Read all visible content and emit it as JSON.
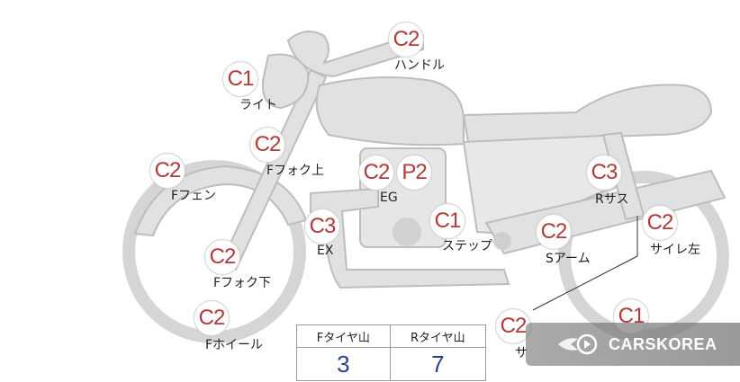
{
  "markers": [
    {
      "id": "handle",
      "grade": "C2",
      "label": "ハンドル"
    },
    {
      "id": "light",
      "grade": "C1",
      "label": "ライト"
    },
    {
      "id": "f-fork-upper",
      "grade": "C2",
      "label": "Fフォク上"
    },
    {
      "id": "f-fender",
      "grade": "C2",
      "label": "Fフェン"
    },
    {
      "id": "eg",
      "grade": "C2",
      "grade2": "P2",
      "label": "EG"
    },
    {
      "id": "ex",
      "grade": "C3",
      "label": "EX"
    },
    {
      "id": "step",
      "grade": "C1",
      "label": "ステップ"
    },
    {
      "id": "r-suspension",
      "grade": "C3",
      "label": "Rサス"
    },
    {
      "id": "s-arm",
      "grade": "C2",
      "label": "Sアーム"
    },
    {
      "id": "silencer-left",
      "grade": "C2",
      "label": "サイレ左"
    },
    {
      "id": "f-fork-lower",
      "grade": "C2",
      "label": "Fフォク下"
    },
    {
      "id": "f-wheel",
      "grade": "C2",
      "label": "Fホイール"
    },
    {
      "id": "side-bottom",
      "grade": "C2",
      "label": "サ"
    },
    {
      "id": "r-wheel",
      "grade": "C1",
      "label": ""
    }
  ],
  "tread_table": {
    "headers": [
      "Fタイヤ山",
      "Rタイヤ山"
    ],
    "values": [
      "3",
      "7"
    ]
  },
  "watermark": {
    "text": "CARSKOREA",
    "icon": "carskorea-logo-icon"
  },
  "colors": {
    "marker_text": "#b13a3a",
    "value_text": "#2d3f8a",
    "bike_fill": "#e1e1e1",
    "bike_stroke": "#bdbdbd"
  }
}
